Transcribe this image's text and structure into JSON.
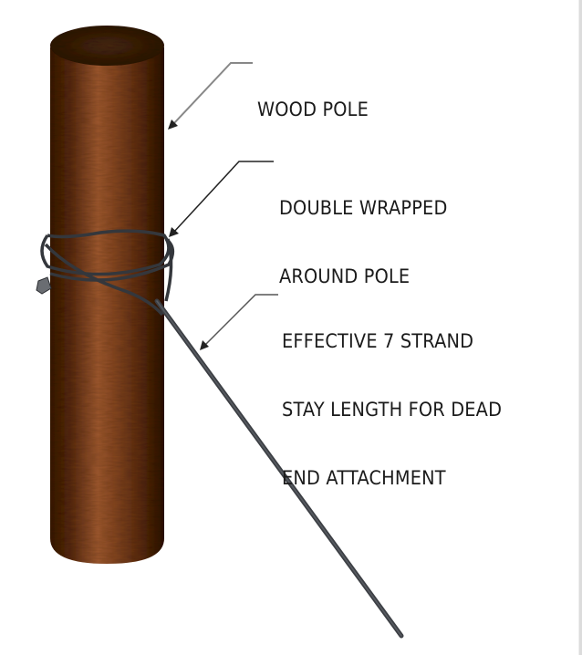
{
  "diagram": {
    "subject": "Wood pole with 7 strand stay wire wrapped around it",
    "colors": {
      "pole_dark": "#3a1c0c",
      "pole_mid": "#6b3518",
      "pole_light": "#a8643a",
      "wire": "#3c3f44",
      "leader": "#555555",
      "text": "#1b1b1b",
      "background": "#ffffff"
    },
    "callouts": [
      {
        "id": "wood-pole",
        "lines": [
          "WOOD POLE"
        ]
      },
      {
        "id": "double-wrapped",
        "lines": [
          "DOUBLE WRAPPED",
          "AROUND POLE"
        ]
      },
      {
        "id": "stay-length",
        "lines": [
          "EFFECTIVE 7 STRAND",
          "STAY LENGTH FOR DEAD",
          "END ATTACHMENT"
        ]
      }
    ]
  }
}
